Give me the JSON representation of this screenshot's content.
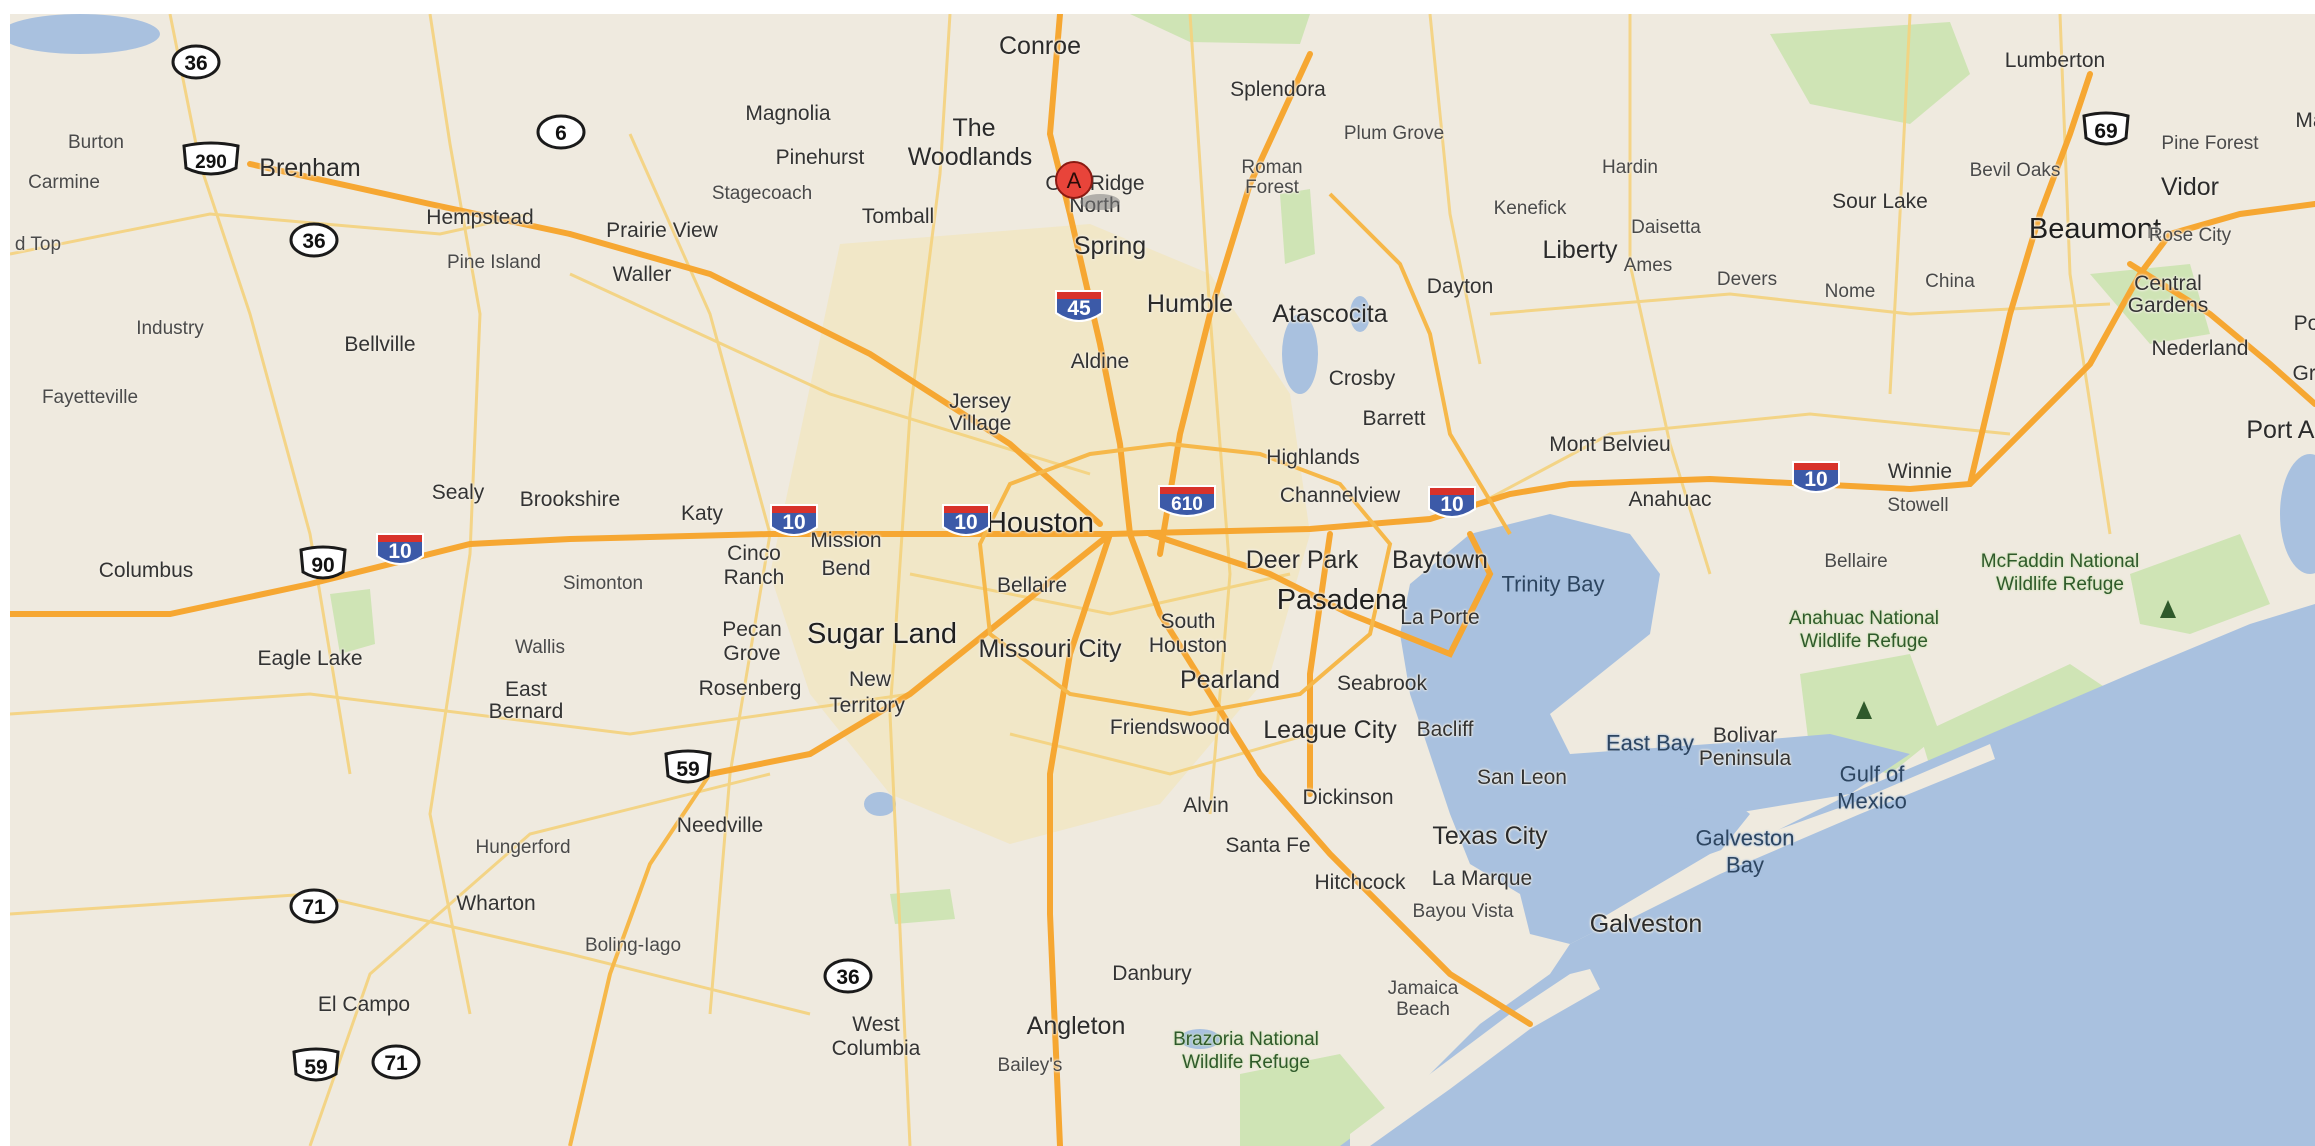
{
  "map": {
    "marker": {
      "label": "A",
      "color": "#e8443a"
    },
    "colors": {
      "land": "#efeadf",
      "water": "#a9c1df",
      "park": "#cfe4b5",
      "highway": "#f6a732",
      "road": "#f4d27d",
      "urban": "#f1d78a"
    },
    "places": [
      {
        "text": "Conroe",
        "cls": "c2"
      },
      {
        "text": "Splendora",
        "cls": "c3"
      },
      {
        "text": "Lumberton",
        "cls": "c3"
      },
      {
        "text": "Magnolia",
        "cls": "c3"
      },
      {
        "text": "The",
        "cls": "c2"
      },
      {
        "text": "Woodlands",
        "cls": "c2"
      },
      {
        "text": "Pinehurst",
        "cls": "c3"
      },
      {
        "text": "Stagecoach",
        "cls": "c4"
      },
      {
        "text": "Oak Ridge",
        "cls": "c3"
      },
      {
        "text": "North",
        "cls": "c3"
      },
      {
        "text": "Roman",
        "cls": "c4"
      },
      {
        "text": "Forest",
        "cls": "c4"
      },
      {
        "text": "Plum Grove",
        "cls": "c4"
      },
      {
        "text": "Hardin",
        "cls": "c4"
      },
      {
        "text": "Pine Forest",
        "cls": "c4"
      },
      {
        "text": "Ma",
        "cls": "c3"
      },
      {
        "text": "Burton",
        "cls": "c4"
      },
      {
        "text": "Brenham",
        "cls": "c2"
      },
      {
        "text": "Carmine",
        "cls": "c4"
      },
      {
        "text": "Hempstead",
        "cls": "c3"
      },
      {
        "text": "Prairie View",
        "cls": "c3"
      },
      {
        "text": "Tomball",
        "cls": "c3"
      },
      {
        "text": "Spring",
        "cls": "c2"
      },
      {
        "text": "Kenefick",
        "cls": "c4"
      },
      {
        "text": "Daisetta",
        "cls": "c4"
      },
      {
        "text": "Sour Lake",
        "cls": "c3"
      },
      {
        "text": "Bevil Oaks",
        "cls": "c4"
      },
      {
        "text": "Vidor",
        "cls": "c2"
      },
      {
        "text": "d Top",
        "cls": "c4"
      },
      {
        "text": "Pine Island",
        "cls": "c4"
      },
      {
        "text": "Waller",
        "cls": "c3"
      },
      {
        "text": "Liberty",
        "cls": "c2"
      },
      {
        "text": "Ames",
        "cls": "c4"
      },
      {
        "text": "Devers",
        "cls": "c4"
      },
      {
        "text": "Beaumont",
        "cls": "c1"
      },
      {
        "text": "Rose City",
        "cls": "c4"
      },
      {
        "text": "Humble",
        "cls": "c2"
      },
      {
        "text": "Atascocita",
        "cls": "c2"
      },
      {
        "text": "Dayton",
        "cls": "c3"
      },
      {
        "text": "Nome",
        "cls": "c4"
      },
      {
        "text": "China",
        "cls": "c4"
      },
      {
        "text": "Central",
        "cls": "c3"
      },
      {
        "text": "Gardens",
        "cls": "c3"
      },
      {
        "text": "Industry",
        "cls": "c4"
      },
      {
        "text": "Bellville",
        "cls": "c3"
      },
      {
        "text": "Aldine",
        "cls": "c3"
      },
      {
        "text": "Por",
        "cls": "c3"
      },
      {
        "text": "Nederland",
        "cls": "c3"
      },
      {
        "text": "Gro",
        "cls": "c3"
      },
      {
        "text": "Crosby",
        "cls": "c3"
      },
      {
        "text": "Fayetteville",
        "cls": "c4"
      },
      {
        "text": "Jersey",
        "cls": "c3"
      },
      {
        "text": "Village",
        "cls": "c3"
      },
      {
        "text": "Barrett",
        "cls": "c3"
      },
      {
        "text": "Port Art",
        "cls": "c2"
      },
      {
        "text": "Mont Belvieu",
        "cls": "c3"
      },
      {
        "text": "Highlands",
        "cls": "c3"
      },
      {
        "text": "Winnie",
        "cls": "c3"
      },
      {
        "text": "Sealy",
        "cls": "c3"
      },
      {
        "text": "Brookshire",
        "cls": "c3"
      },
      {
        "text": "Katy",
        "cls": "c3"
      },
      {
        "text": "Houston",
        "cls": "c1"
      },
      {
        "text": "Channelview",
        "cls": "c3"
      },
      {
        "text": "Anahuac",
        "cls": "c3"
      },
      {
        "text": "Stowell",
        "cls": "c4"
      },
      {
        "text": "Mission",
        "cls": "c3"
      },
      {
        "text": "Bend",
        "cls": "c3"
      },
      {
        "text": "Cinco",
        "cls": "c3"
      },
      {
        "text": "Ranch",
        "cls": "c3"
      },
      {
        "text": "Columbus",
        "cls": "c3"
      },
      {
        "text": "Simonton",
        "cls": "c4"
      },
      {
        "text": "Bellaire",
        "cls": "c3"
      },
      {
        "text": "Deer Park",
        "cls": "c2"
      },
      {
        "text": "Baytown",
        "cls": "c2"
      },
      {
        "text": "Bellaire",
        "cls": "c4"
      },
      {
        "text": "Pasadena",
        "cls": "c1"
      },
      {
        "text": "La Porte",
        "cls": "c3"
      },
      {
        "text": "South",
        "cls": "c3"
      },
      {
        "text": "Houston",
        "cls": "c3"
      },
      {
        "text": "Pecan",
        "cls": "c3"
      },
      {
        "text": "Grove",
        "cls": "c3"
      },
      {
        "text": "Sugar Land",
        "cls": "c1"
      },
      {
        "text": "Missouri City",
        "cls": "c2"
      },
      {
        "text": "Wallis",
        "cls": "c4"
      },
      {
        "text": "Eagle Lake",
        "cls": "c3"
      },
      {
        "text": "Pearland",
        "cls": "c2"
      },
      {
        "text": "Seabrook",
        "cls": "c3"
      },
      {
        "text": "East",
        "cls": "c3"
      },
      {
        "text": "Bernard",
        "cls": "c3"
      },
      {
        "text": "Rosenberg",
        "cls": "c3"
      },
      {
        "text": "New",
        "cls": "c3"
      },
      {
        "text": "Territory",
        "cls": "c3"
      },
      {
        "text": "Friendswood",
        "cls": "c3"
      },
      {
        "text": "League City",
        "cls": "c2"
      },
      {
        "text": "Bacliff",
        "cls": "c3"
      },
      {
        "text": "Bolivar",
        "cls": "c3"
      },
      {
        "text": "Peninsula",
        "cls": "c3"
      },
      {
        "text": "San Leon",
        "cls": "c3"
      },
      {
        "text": "Alvin",
        "cls": "c3"
      },
      {
        "text": "Dickinson",
        "cls": "c3"
      },
      {
        "text": "Needville",
        "cls": "c3"
      },
      {
        "text": "Texas City",
        "cls": "c2"
      },
      {
        "text": "Santa Fe",
        "cls": "c3"
      },
      {
        "text": "Hungerford",
        "cls": "c4"
      },
      {
        "text": "Hitchcock",
        "cls": "c3"
      },
      {
        "text": "La Marque",
        "cls": "c3"
      },
      {
        "text": "Wharton",
        "cls": "c3"
      },
      {
        "text": "Bayou Vista",
        "cls": "c4"
      },
      {
        "text": "Galveston",
        "cls": "c2"
      },
      {
        "text": "Boling-Iago",
        "cls": "c4"
      },
      {
        "text": "Danbury",
        "cls": "c3"
      },
      {
        "text": "El Campo",
        "cls": "c3"
      },
      {
        "text": "Jamaica",
        "cls": "c4"
      },
      {
        "text": "Beach",
        "cls": "c4"
      },
      {
        "text": "West",
        "cls": "c3"
      },
      {
        "text": "Columbia",
        "cls": "c3"
      },
      {
        "text": "Angleton",
        "cls": "c2"
      },
      {
        "text": "Bailey's",
        "cls": "c4"
      }
    ],
    "water_labels": [
      {
        "text": "Trinity Bay"
      },
      {
        "text": "East Bay"
      },
      {
        "text": "Gulf of"
      },
      {
        "text": "Mexico"
      },
      {
        "text": "Galveston"
      },
      {
        "text": "Bay"
      }
    ],
    "park_labels": [
      {
        "text": "McFaddin National"
      },
      {
        "text": "Wildlife Refuge"
      },
      {
        "text": "Anahuac National"
      },
      {
        "text": "Wildlife Refuge"
      },
      {
        "text": "Brazoria National"
      },
      {
        "text": "Wildlife Refuge"
      }
    ],
    "shields": [
      {
        "type": "state",
        "num": "36"
      },
      {
        "type": "state",
        "num": "6"
      },
      {
        "type": "us",
        "num": "290"
      },
      {
        "type": "state",
        "num": "36"
      },
      {
        "type": "us",
        "num": "69"
      },
      {
        "type": "interstate",
        "num": "45"
      },
      {
        "type": "interstate",
        "num": "610"
      },
      {
        "type": "interstate",
        "num": "10"
      },
      {
        "type": "interstate",
        "num": "10"
      },
      {
        "type": "interstate",
        "num": "10"
      },
      {
        "type": "interstate",
        "num": "10"
      },
      {
        "type": "interstate",
        "num": "10"
      },
      {
        "type": "us",
        "num": "90"
      },
      {
        "type": "us",
        "num": "59"
      },
      {
        "type": "state",
        "num": "71"
      },
      {
        "type": "state",
        "num": "36"
      },
      {
        "type": "us",
        "num": "59"
      },
      {
        "type": "state",
        "num": "71"
      }
    ]
  }
}
